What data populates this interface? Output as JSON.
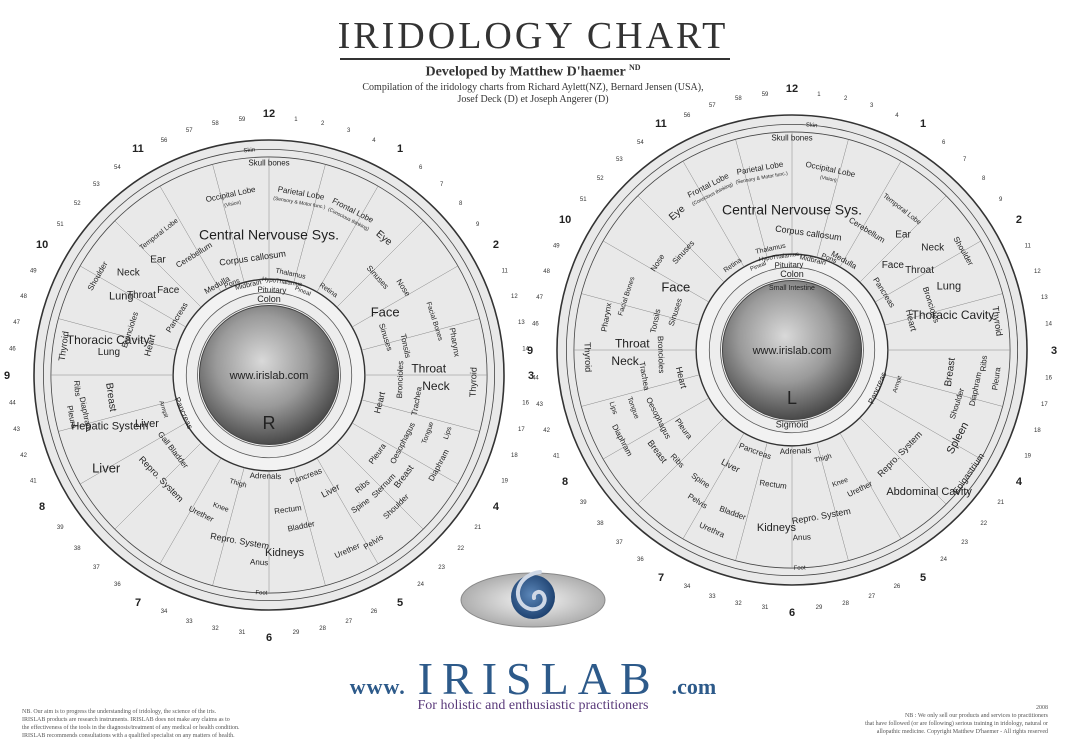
{
  "title": "IRIDOLOGY CHART",
  "developer": "Developed by Matthew D'haemer",
  "developer_suffix": "ND",
  "compilation": [
    "Compilation of the iridology charts from Richard Aylett(NZ), Bernard Jensen (USA),",
    "Josef Deck (D) et Joseph Angerer (D)"
  ],
  "url_prefix": "www.",
  "url_brand": "IRISLAB",
  "url_suffix": ".com",
  "tagline": "For holistic and enthusiastic practitioners",
  "footer_left": [
    "NB.  Our aim is to progress the understanding of iridology, the science of the iris.",
    "IRISLAB products are research instruments. IRISLAB does not make any claims as to",
    "the effectiveness of the tools in the diagnosis/treatment of any medical or health condition.",
    "IRISLAB recommends consultations with a qualified specialist on any matters of health."
  ],
  "footer_right": [
    "2008",
    "NB : We only sell our products and services to practitioners",
    "that have followed (or are following) serious training in iridology, natural or",
    "allopathic medicine.          Copyright Matthew D'haemer - All rights reserved"
  ],
  "pupil_url": "www.irislab.com",
  "right_iris": {
    "letter": "R",
    "hours": [
      "12",
      "1",
      "2",
      "3",
      "4",
      "5",
      "6",
      "7",
      "8",
      "9",
      "10",
      "11"
    ],
    "minutes": [
      "59",
      "1",
      "2",
      "3",
      "4",
      "6",
      "7",
      "8",
      "9",
      "11",
      "12",
      "13",
      "14",
      "16",
      "17",
      "18",
      "19",
      "21",
      "22",
      "23",
      "24",
      "26",
      "27",
      "28",
      "29",
      "31",
      "32",
      "33",
      "34",
      "36",
      "37",
      "38",
      "39",
      "41",
      "42",
      "43",
      "44",
      "46",
      "47",
      "48",
      "49",
      "51",
      "52",
      "53",
      "54",
      "56",
      "57",
      "58"
    ],
    "zones": [
      {
        "t": "Skull bones",
        "a": 0,
        "r": 225,
        "s": 8
      },
      {
        "t": "Skin",
        "a": -5,
        "r": 240,
        "s": 6
      },
      {
        "t": "Parietal Lobe",
        "a": 10,
        "r": 196,
        "s": 8
      },
      {
        "t": "(Sensory & Motor func.)",
        "a": 10,
        "r": 186,
        "s": 5
      },
      {
        "t": "Occipital Lobe",
        "a": -12,
        "r": 196,
        "s": 8
      },
      {
        "t": "(Vision)",
        "a": -12,
        "r": 186,
        "s": 5
      },
      {
        "t": "Frontal Lobe",
        "a": 27,
        "r": 196,
        "s": 8
      },
      {
        "t": "(Conscious thinking)",
        "a": 27,
        "r": 186,
        "s": 5
      },
      {
        "t": "Temporal Lobe",
        "a": -38,
        "r": 190,
        "s": 7
      },
      {
        "t": "Central Nervouse Sys.",
        "a": 0,
        "r": 148,
        "s": 14,
        "flat": true
      },
      {
        "t": "Corpus callosum",
        "a": -8,
        "r": 125,
        "s": 9
      },
      {
        "t": "Cerebellum",
        "a": -32,
        "r": 150,
        "s": 8
      },
      {
        "t": "Thalamus",
        "a": 12,
        "r": 110,
        "s": 7
      },
      {
        "t": "HypoThalamus",
        "a": 8,
        "r": 100,
        "s": 6
      },
      {
        "t": "Pituitary",
        "a": 2,
        "r": 90,
        "s": 8
      },
      {
        "t": "Midbrain",
        "a": -13,
        "r": 98,
        "s": 7
      },
      {
        "t": "Pons",
        "a": -22,
        "r": 105,
        "s": 7
      },
      {
        "t": "Medulla",
        "a": -30,
        "r": 110,
        "s": 8
      },
      {
        "t": "Pineal",
        "a": 22,
        "r": 96,
        "s": 6
      },
      {
        "t": "Retina",
        "a": 35,
        "r": 110,
        "s": 7
      },
      {
        "t": "Eye",
        "a": 40,
        "r": 190,
        "s": 10
      },
      {
        "t": "Sinuses",
        "a": 48,
        "r": 155,
        "s": 8
      },
      {
        "t": "Nose",
        "a": 57,
        "r": 170,
        "s": 8
      },
      {
        "t": "Face",
        "a": 62,
        "r": 140,
        "s": 13,
        "flat": true
      },
      {
        "t": "Facial Bones",
        "a": 72,
        "r": 185,
        "s": 7
      },
      {
        "t": "Pharynx",
        "a": 80,
        "r": 200,
        "s": 8
      },
      {
        "t": "Tonsils",
        "a": 78,
        "r": 148,
        "s": 8
      },
      {
        "t": "Sinuses",
        "a": 72,
        "r": 130,
        "s": 8
      },
      {
        "t": "Throat",
        "a": 88,
        "r": 170,
        "s": 12,
        "flat": true
      },
      {
        "t": "Neck",
        "a": 94,
        "r": 178,
        "s": 12,
        "flat": true
      },
      {
        "t": "Thyroid",
        "a": 92,
        "r": 218,
        "s": 9
      },
      {
        "t": "Broncioles",
        "a": 92,
        "r": 140,
        "s": 8
      },
      {
        "t": "Trachea",
        "a": 100,
        "r": 160,
        "s": 8
      },
      {
        "t": "Lips",
        "a": 108,
        "r": 200,
        "s": 7
      },
      {
        "t": "Tongue",
        "a": 110,
        "r": 180,
        "s": 7
      },
      {
        "t": "Oesophagus",
        "a": 117,
        "r": 160,
        "s": 8
      },
      {
        "t": "Pleura",
        "a": 126,
        "r": 143,
        "s": 8
      },
      {
        "t": "Diaphram",
        "a": 118,
        "r": 205,
        "s": 8
      },
      {
        "t": "Breast",
        "a": 127,
        "r": 180,
        "s": 9
      },
      {
        "t": "Sternum",
        "a": 134,
        "r": 170,
        "s": 8
      },
      {
        "t": "Shoulder",
        "a": 136,
        "r": 195,
        "s": 8
      },
      {
        "t": "Ribs",
        "a": 140,
        "r": 155,
        "s": 8
      },
      {
        "t": "Pelvis",
        "a": 148,
        "r": 210,
        "s": 8
      },
      {
        "t": "Heart",
        "a": 104,
        "r": 122,
        "s": 9
      },
      {
        "t": "Spine",
        "a": 145,
        "r": 170,
        "s": 8
      },
      {
        "t": "Liver",
        "a": 152,
        "r": 140,
        "s": 9
      },
      {
        "t": "Bladder",
        "a": 168,
        "r": 165,
        "s": 8
      },
      {
        "t": "Urether",
        "a": 156,
        "r": 205,
        "s": 8
      },
      {
        "t": "Rectum",
        "a": 172,
        "r": 145,
        "s": 8
      },
      {
        "t": "Anus",
        "a": 183,
        "r": 200,
        "s": 8
      },
      {
        "t": "Repro. System",
        "a": 190,
        "r": 180,
        "s": 9
      },
      {
        "t": "Pancreas",
        "a": 160,
        "r": 115,
        "s": 8
      },
      {
        "t": "Adrenals",
        "a": 182,
        "r": 108,
        "s": 8
      },
      {
        "t": "Kidneys",
        "a": 175,
        "r": 190,
        "s": 11,
        "flat": true
      },
      {
        "t": "Thigh",
        "a": 196,
        "r": 120,
        "s": 7
      },
      {
        "t": "Knee",
        "a": 200,
        "r": 150,
        "s": 7
      },
      {
        "t": "Urether",
        "a": 206,
        "r": 165,
        "s": 8
      },
      {
        "t": "Foot",
        "a": 182,
        "r": 232,
        "s": 6
      },
      {
        "t": "Repro. System",
        "a": 226,
        "r": 160,
        "s": 9
      },
      {
        "t": "Liver",
        "a": 240,
        "r": 200,
        "s": 13,
        "flat": true
      },
      {
        "t": "Hepatic System",
        "a": 252,
        "r": 178,
        "s": 11,
        "flat": true
      },
      {
        "t": "Gall Bladder",
        "a": 232,
        "r": 130,
        "s": 8
      },
      {
        "t": "Liver",
        "a": 248,
        "r": 140,
        "s": 11,
        "flat": true
      },
      {
        "t": "Armpit",
        "a": 252,
        "r": 118,
        "s": 6
      },
      {
        "t": "Diaphram",
        "a": 258,
        "r": 200,
        "s": 8
      },
      {
        "t": "Pleura",
        "a": 258,
        "r": 215,
        "s": 8
      },
      {
        "t": "Breast",
        "a": 262,
        "r": 170,
        "s": 10
      },
      {
        "t": "Ribs",
        "a": 266,
        "r": 205,
        "s": 8
      },
      {
        "t": "Pancreas",
        "a": 246,
        "r": 100,
        "s": 8
      },
      {
        "t": "Lung",
        "a": 278,
        "r": 172,
        "s": 10,
        "flat": true
      },
      {
        "t": "Thoracic Cavity",
        "a": 282,
        "r": 175,
        "s": 12,
        "flat": true
      },
      {
        "t": "Heart",
        "a": 284,
        "r": 130,
        "s": 9
      },
      {
        "t": "Broncioles",
        "a": 288,
        "r": 155,
        "s": 8
      },
      {
        "t": "Thyroid",
        "a": 278,
        "r": 220,
        "s": 9
      },
      {
        "t": "Lung",
        "a": 298,
        "r": 178,
        "s": 11,
        "flat": true
      },
      {
        "t": "Shoulder",
        "a": 300,
        "r": 210,
        "s": 8
      },
      {
        "t": "Neck",
        "a": 306,
        "r": 185,
        "s": 10,
        "flat": true
      },
      {
        "t": "Throat",
        "a": 302,
        "r": 160,
        "s": 10,
        "flat": true
      },
      {
        "t": "Ear",
        "a": 316,
        "r": 170,
        "s": 10,
        "flat": true
      },
      {
        "t": "Face",
        "a": 310,
        "r": 140,
        "s": 10,
        "flat": true
      },
      {
        "t": "Pancreas",
        "a": 302,
        "r": 115,
        "s": 8
      },
      {
        "t": "Colon",
        "a": 0,
        "r": 80,
        "s": 9,
        "flat": true
      }
    ]
  },
  "left_iris": {
    "letter": "L",
    "hours": [
      "12",
      "1",
      "2",
      "3",
      "4",
      "5",
      "6",
      "7",
      "8",
      "9",
      "10",
      "11"
    ],
    "minutes": [
      "59",
      "1",
      "2",
      "3",
      "4",
      "6",
      "7",
      "8",
      "9",
      "11",
      "12",
      "13",
      "14",
      "16",
      "17",
      "18",
      "19",
      "21",
      "22",
      "23",
      "24",
      "26",
      "27",
      "28",
      "29",
      "31",
      "32",
      "33",
      "34",
      "36",
      "37",
      "38",
      "39",
      "41",
      "42",
      "43",
      "44",
      "46",
      "47",
      "48",
      "49",
      "51",
      "52",
      "53",
      "54",
      "56",
      "57",
      "58"
    ],
    "zones": [
      {
        "t": "Skull bones",
        "a": 0,
        "r": 225,
        "s": 8
      },
      {
        "t": "Skin",
        "a": 5,
        "r": 240,
        "s": 6
      },
      {
        "t": "Parietal Lobe",
        "a": -10,
        "r": 196,
        "s": 8
      },
      {
        "t": "(Sensory & Motor func.)",
        "a": -10,
        "r": 186,
        "s": 5
      },
      {
        "t": "Occipital Lobe",
        "a": 12,
        "r": 196,
        "s": 8
      },
      {
        "t": "(Vision)",
        "a": 12,
        "r": 186,
        "s": 5
      },
      {
        "t": "Frontal Lobe",
        "a": -27,
        "r": 196,
        "s": 8
      },
      {
        "t": "(Conscious thinking)",
        "a": -27,
        "r": 186,
        "s": 5
      },
      {
        "t": "Temporal Lobe",
        "a": 38,
        "r": 190,
        "s": 7
      },
      {
        "t": "Central Nervouse Sys.",
        "a": 0,
        "r": 148,
        "s": 14,
        "flat": true
      },
      {
        "t": "Corpus callosum",
        "a": 8,
        "r": 125,
        "s": 9
      },
      {
        "t": "Cerebellum",
        "a": 32,
        "r": 150,
        "s": 8
      },
      {
        "t": "Thalamus",
        "a": -12,
        "r": 110,
        "s": 7
      },
      {
        "t": "HypoThalamus",
        "a": -8,
        "r": 100,
        "s": 6
      },
      {
        "t": "Pituitary",
        "a": -2,
        "r": 90,
        "s": 8
      },
      {
        "t": "Midbrain",
        "a": 13,
        "r": 98,
        "s": 7
      },
      {
        "t": "Pons",
        "a": 22,
        "r": 105,
        "s": 7
      },
      {
        "t": "Medulla",
        "a": 30,
        "r": 110,
        "s": 8
      },
      {
        "t": "Pineal",
        "a": -22,
        "r": 96,
        "s": 6
      },
      {
        "t": "Retina",
        "a": -35,
        "r": 110,
        "s": 7
      },
      {
        "t": "Eye",
        "a": -40,
        "r": 190,
        "s": 10
      },
      {
        "t": "Sinuses",
        "a": -48,
        "r": 155,
        "s": 8
      },
      {
        "t": "Nose",
        "a": -57,
        "r": 170,
        "s": 8
      },
      {
        "t": "Face",
        "a": -62,
        "r": 140,
        "s": 13,
        "flat": true
      },
      {
        "t": "Facial Bones",
        "a": -72,
        "r": 185,
        "s": 7
      },
      {
        "t": "Pharynx",
        "a": -80,
        "r": 200,
        "s": 8
      },
      {
        "t": "Tonsils",
        "a": -78,
        "r": 148,
        "s": 8
      },
      {
        "t": "Sinuses",
        "a": -72,
        "r": 130,
        "s": 8
      },
      {
        "t": "Throat",
        "a": -88,
        "r": 170,
        "s": 12,
        "flat": true
      },
      {
        "t": "Neck",
        "a": -94,
        "r": 178,
        "s": 12,
        "flat": true
      },
      {
        "t": "Thyroid",
        "a": -92,
        "r": 218,
        "s": 9
      },
      {
        "t": "Broncioles",
        "a": -92,
        "r": 140,
        "s": 8
      },
      {
        "t": "Trachea",
        "a": -100,
        "r": 160,
        "s": 8
      },
      {
        "t": "Lips",
        "a": -108,
        "r": 200,
        "s": 7
      },
      {
        "t": "Tongue",
        "a": -110,
        "r": 180,
        "s": 7
      },
      {
        "t": "Oesophagus",
        "a": -117,
        "r": 160,
        "s": 8
      },
      {
        "t": "Pleura",
        "a": -126,
        "r": 143,
        "s": 8
      },
      {
        "t": "Diaphram",
        "a": -118,
        "r": 205,
        "s": 8
      },
      {
        "t": "Breast",
        "a": -127,
        "r": 180,
        "s": 9
      },
      {
        "t": "Ribs",
        "a": -134,
        "r": 170,
        "s": 8
      },
      {
        "t": "Pelvis",
        "a": -148,
        "r": 190,
        "s": 8
      },
      {
        "t": "Heart",
        "a": -104,
        "r": 122,
        "s": 9
      },
      {
        "t": "Spine",
        "a": -145,
        "r": 170,
        "s": 8
      },
      {
        "t": "Liver",
        "a": -152,
        "r": 140,
        "s": 9
      },
      {
        "t": "Bladder",
        "a": -160,
        "r": 185,
        "s": 8
      },
      {
        "t": "Urethra",
        "a": -156,
        "r": 210,
        "s": 8
      },
      {
        "t": "Rectum",
        "a": -172,
        "r": 145,
        "s": 8
      },
      {
        "t": "Anus",
        "a": -183,
        "r": 200,
        "s": 8
      },
      {
        "t": "Repro. System",
        "a": -190,
        "r": 180,
        "s": 9
      },
      {
        "t": "Pancreas",
        "a": -160,
        "r": 115,
        "s": 8
      },
      {
        "t": "Adrenals",
        "a": -182,
        "r": 108,
        "s": 8
      },
      {
        "t": "Kidneys",
        "a": -175,
        "r": 190,
        "s": 11,
        "flat": true
      },
      {
        "t": "Thigh",
        "a": -196,
        "r": 120,
        "s": 7
      },
      {
        "t": "Knee",
        "a": -200,
        "r": 150,
        "s": 7
      },
      {
        "t": "Urether",
        "a": -206,
        "r": 165,
        "s": 8
      },
      {
        "t": "Foot",
        "a": -182,
        "r": 232,
        "s": 6
      },
      {
        "t": "Repro. System",
        "a": -226,
        "r": 160,
        "s": 9
      },
      {
        "t": "Abdominal Cavity",
        "a": -224,
        "r": 210,
        "s": 11,
        "flat": true
      },
      {
        "t": "Epigastrium",
        "a": -235,
        "r": 230,
        "s": 9
      },
      {
        "t": "Spleen",
        "a": -242,
        "r": 200,
        "s": 11
      },
      {
        "t": "Sigmoid",
        "a": -180,
        "r": 80,
        "s": 9,
        "flat": true
      },
      {
        "t": "Armpit",
        "a": -252,
        "r": 118,
        "s": 6
      },
      {
        "t": "Diaphram",
        "a": -258,
        "r": 200,
        "s": 8
      },
      {
        "t": "Pleura",
        "a": -262,
        "r": 220,
        "s": 8
      },
      {
        "t": "Breast",
        "a": -262,
        "r": 170,
        "s": 10
      },
      {
        "t": "Ribs",
        "a": -266,
        "r": 205,
        "s": 8
      },
      {
        "t": "Shoulder",
        "a": -252,
        "r": 185,
        "s": 8
      },
      {
        "t": "Pancreas",
        "a": -246,
        "r": 100,
        "s": 8
      },
      {
        "t": "Thoracic Cavity",
        "a": -282,
        "r": 175,
        "s": 12,
        "flat": true
      },
      {
        "t": "Lung",
        "a": -292,
        "r": 180,
        "s": 11,
        "flat": true
      },
      {
        "t": "Heart",
        "a": -284,
        "r": 130,
        "s": 9
      },
      {
        "t": "Broncioles",
        "a": -288,
        "r": 155,
        "s": 8
      },
      {
        "t": "Thyroid",
        "a": -278,
        "r": 220,
        "s": 9
      },
      {
        "t": "Shoulder",
        "a": -300,
        "r": 210,
        "s": 8
      },
      {
        "t": "Neck",
        "a": -306,
        "r": 185,
        "s": 10,
        "flat": true
      },
      {
        "t": "Throat",
        "a": -302,
        "r": 160,
        "s": 10,
        "flat": true
      },
      {
        "t": "Ear",
        "a": -316,
        "r": 170,
        "s": 10,
        "flat": true
      },
      {
        "t": "Face",
        "a": -310,
        "r": 140,
        "s": 10,
        "flat": true
      },
      {
        "t": "Pancreas",
        "a": -302,
        "r": 115,
        "s": 8
      },
      {
        "t": "Colon",
        "a": 0,
        "r": 80,
        "s": 9,
        "flat": true
      },
      {
        "t": "Small Intestine",
        "a": 0,
        "r": 66,
        "s": 7,
        "flat": true
      }
    ]
  }
}
